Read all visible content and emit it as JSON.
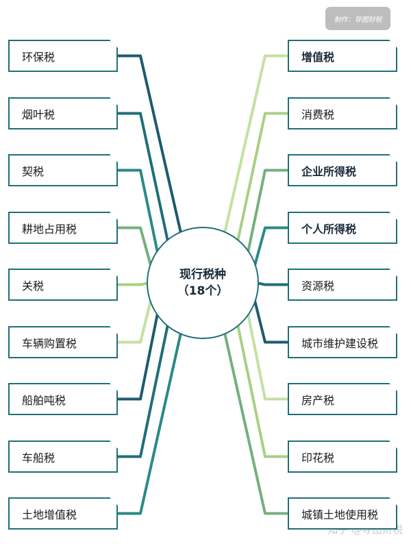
{
  "credit": "制作：导图财税",
  "center": {
    "title": "现行税种",
    "count": "（18个）"
  },
  "left_items": [
    {
      "label": "环保税",
      "color": "#1e5a6e"
    },
    {
      "label": "烟叶税",
      "color": "#1f6f78"
    },
    {
      "label": "契税",
      "color": "#2a8a86"
    },
    {
      "label": "耕地占用税",
      "color": "#74b07e"
    },
    {
      "label": "关税",
      "color": "#a9cf84"
    },
    {
      "label": "车辆购置税",
      "color": "#c4e0a0"
    },
    {
      "label": "船舶吨税",
      "color": "#1e5a6e"
    },
    {
      "label": "车船税",
      "color": "#1f6f78"
    },
    {
      "label": "土地增值税",
      "color": "#2a8a86"
    }
  ],
  "right_items": [
    {
      "label": "增值税",
      "bold": true,
      "color": "#c4e0a0"
    },
    {
      "label": "消费税",
      "bold": false,
      "color": "#a9cf84"
    },
    {
      "label": "企业所得税",
      "bold": true,
      "color": "#74b07e"
    },
    {
      "label": "个人所得税",
      "bold": true,
      "color": "#2a8a86"
    },
    {
      "label": "资源税",
      "bold": false,
      "color": "#1f6f78"
    },
    {
      "label": "城市维护建设税",
      "bold": false,
      "color": "#1e5a6e"
    },
    {
      "label": "房产税",
      "bold": false,
      "color": "#c4e0a0"
    },
    {
      "label": "印花税",
      "bold": false,
      "color": "#a9cf84"
    },
    {
      "label": "城镇土地使用税",
      "bold": false,
      "color": "#74b07e"
    }
  ],
  "watermark": "知乎 @导图财税"
}
